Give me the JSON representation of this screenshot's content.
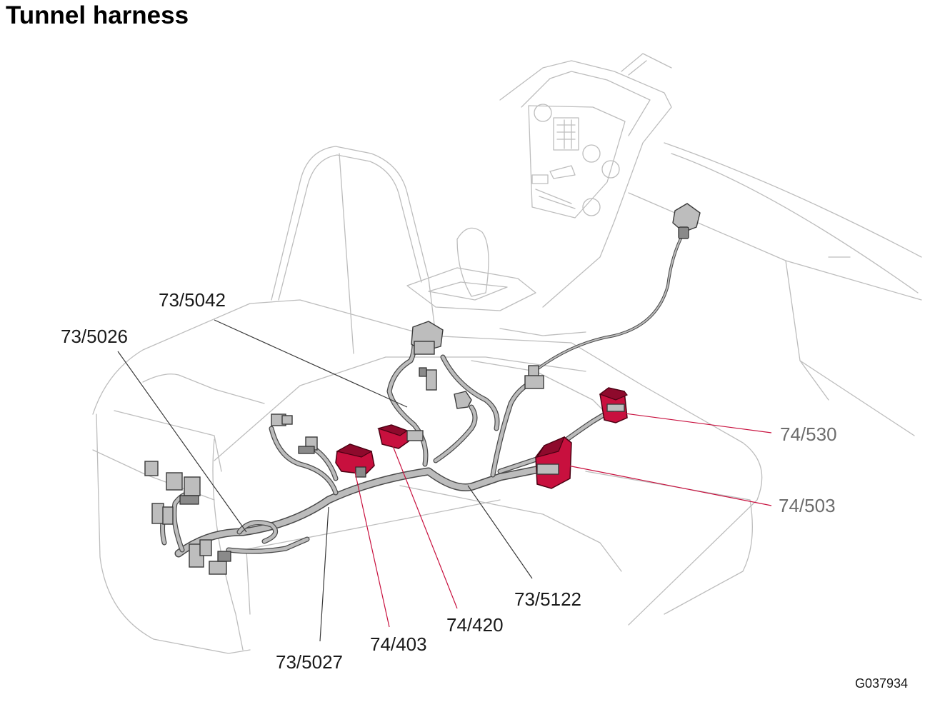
{
  "title": "Tunnel harness",
  "figure_id": "G037934",
  "colors": {
    "highlight": "#c8103e",
    "harness": "#bcbcbc",
    "outline": "#bdbdbd",
    "label_dark": "#1a1a1a",
    "label_gray": "#6d6d6d"
  },
  "callouts": [
    {
      "id": "73/5042",
      "label": "73/5042",
      "style": "dark"
    },
    {
      "id": "73/5026",
      "label": "73/5026",
      "style": "dark"
    },
    {
      "id": "73/5027",
      "label": "73/5027",
      "style": "dark"
    },
    {
      "id": "74/403",
      "label": "74/403",
      "style": "highlight"
    },
    {
      "id": "74/420",
      "label": "74/420",
      "style": "highlight"
    },
    {
      "id": "73/5122",
      "label": "73/5122",
      "style": "dark"
    },
    {
      "id": "74/530",
      "label": "74/530",
      "style": "highlight"
    },
    {
      "id": "74/503",
      "label": "74/503",
      "style": "highlight"
    }
  ]
}
